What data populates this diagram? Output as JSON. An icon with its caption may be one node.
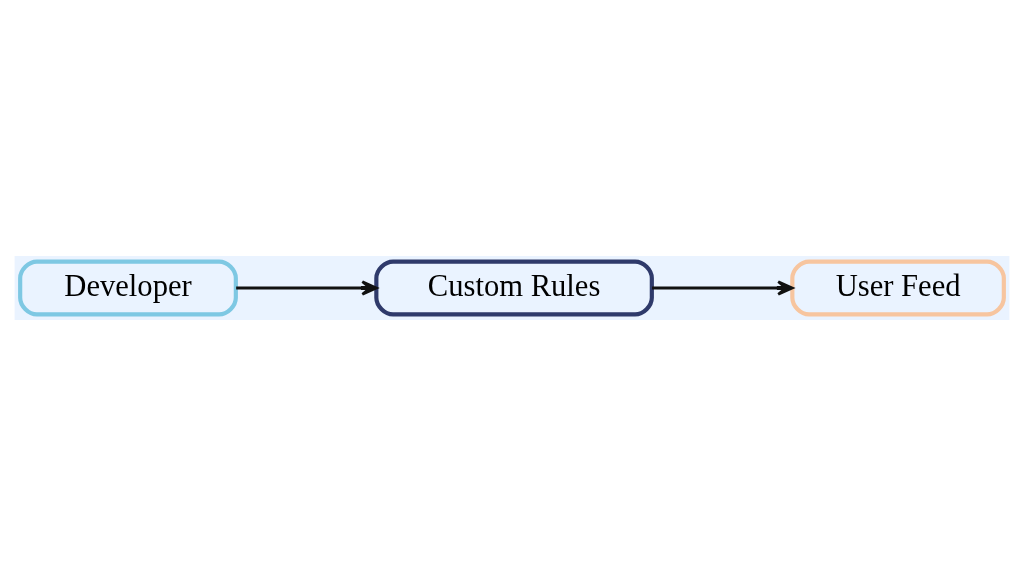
{
  "diagram": {
    "nodes": [
      {
        "text": [
          "Developer"
        ]
      },
      {
        "text": [
          "Custom Rules"
        ]
      },
      {
        "text": [
          "User Feed"
        ]
      }
    ],
    "edges": [
      {
        "from": 0,
        "to": 1,
        "arrow": "to"
      },
      {
        "from": 1,
        "to": 2,
        "arrow": "to"
      }
    ]
  }
}
